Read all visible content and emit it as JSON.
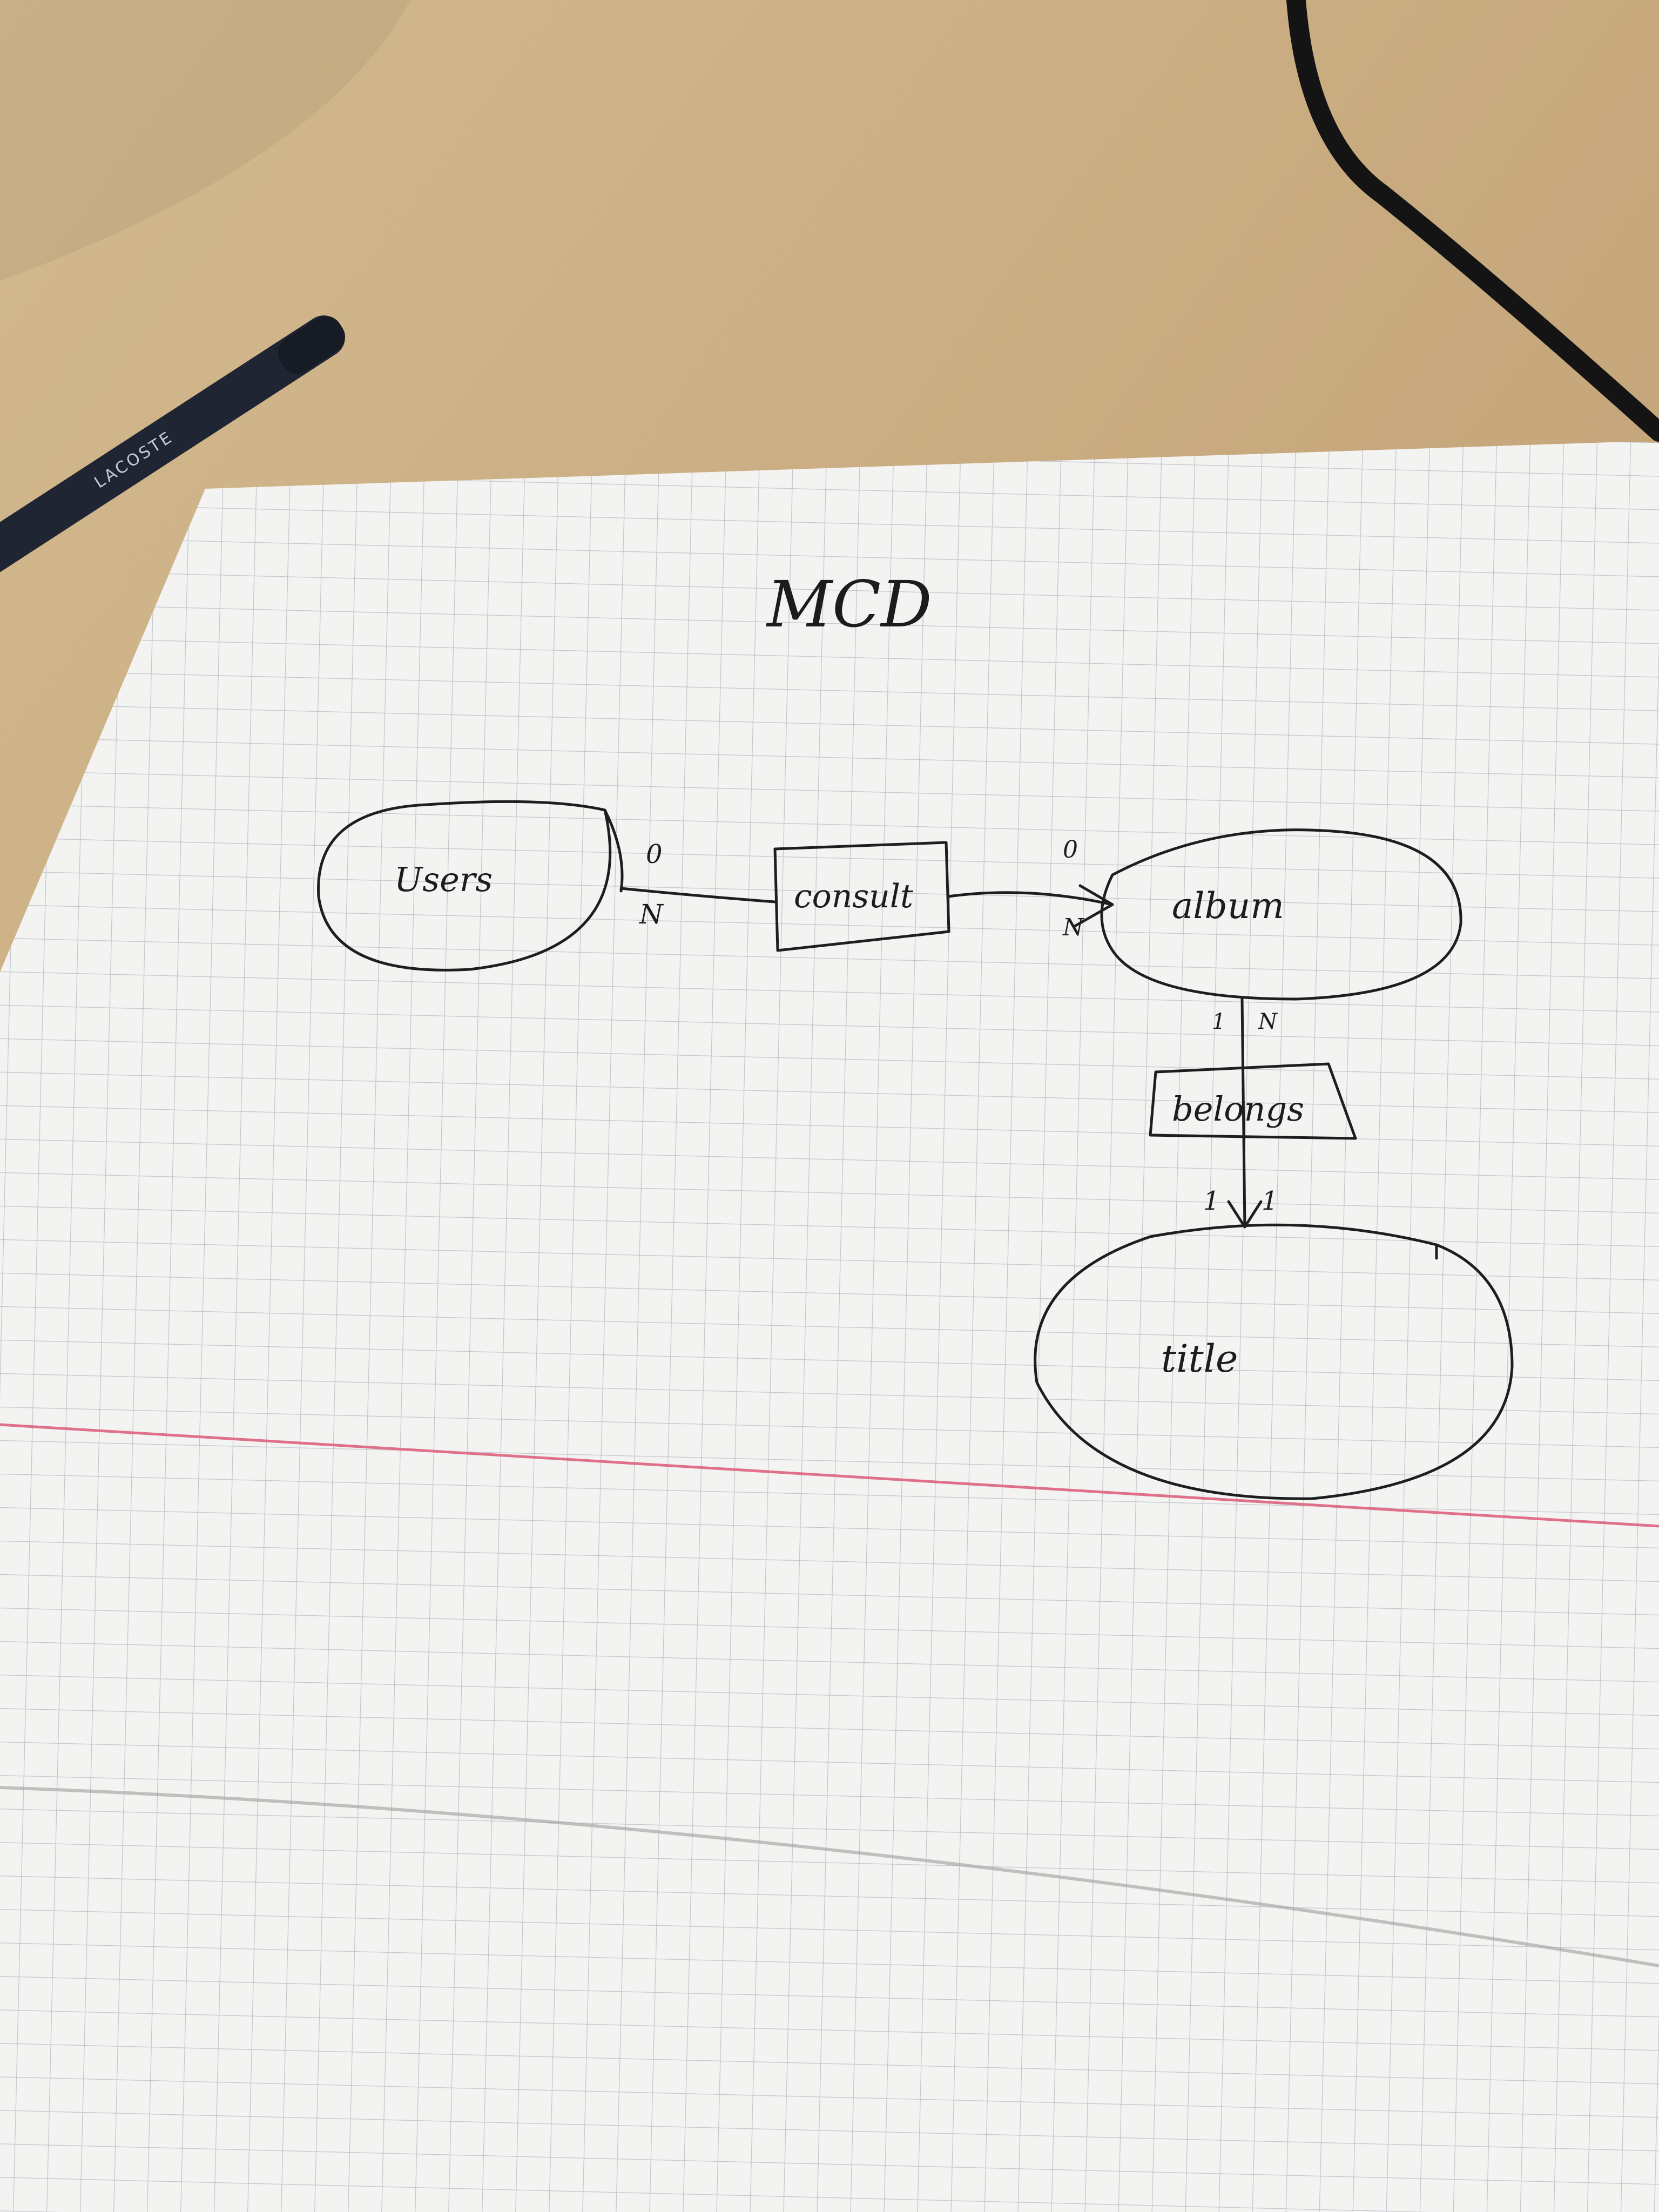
{
  "photo": {
    "desk_color": "#c9ad84",
    "paper_color": "#f3f3f1",
    "grid_line_color": "#b9bdc7",
    "margin_line_color": "#e0708a",
    "ink_color": "#1e1e1e",
    "pen_brand": "LACOSTE"
  },
  "diagram": {
    "title": "MCD",
    "entities": [
      {
        "id": "users",
        "label": "Users"
      },
      {
        "id": "album",
        "label": "album"
      },
      {
        "id": "title",
        "label": "title"
      }
    ],
    "associations": [
      {
        "id": "consult",
        "label": "consult"
      },
      {
        "id": "belongs",
        "label": "belongs"
      }
    ],
    "cardinalities": [
      {
        "link": "users-consult",
        "min": "0",
        "max": "N"
      },
      {
        "link": "album-consult",
        "min": "0",
        "max": "N"
      },
      {
        "link": "album-belongs",
        "min": "1",
        "max": "N"
      },
      {
        "link": "title-belongs",
        "min": "1",
        "max": "1"
      }
    ]
  }
}
